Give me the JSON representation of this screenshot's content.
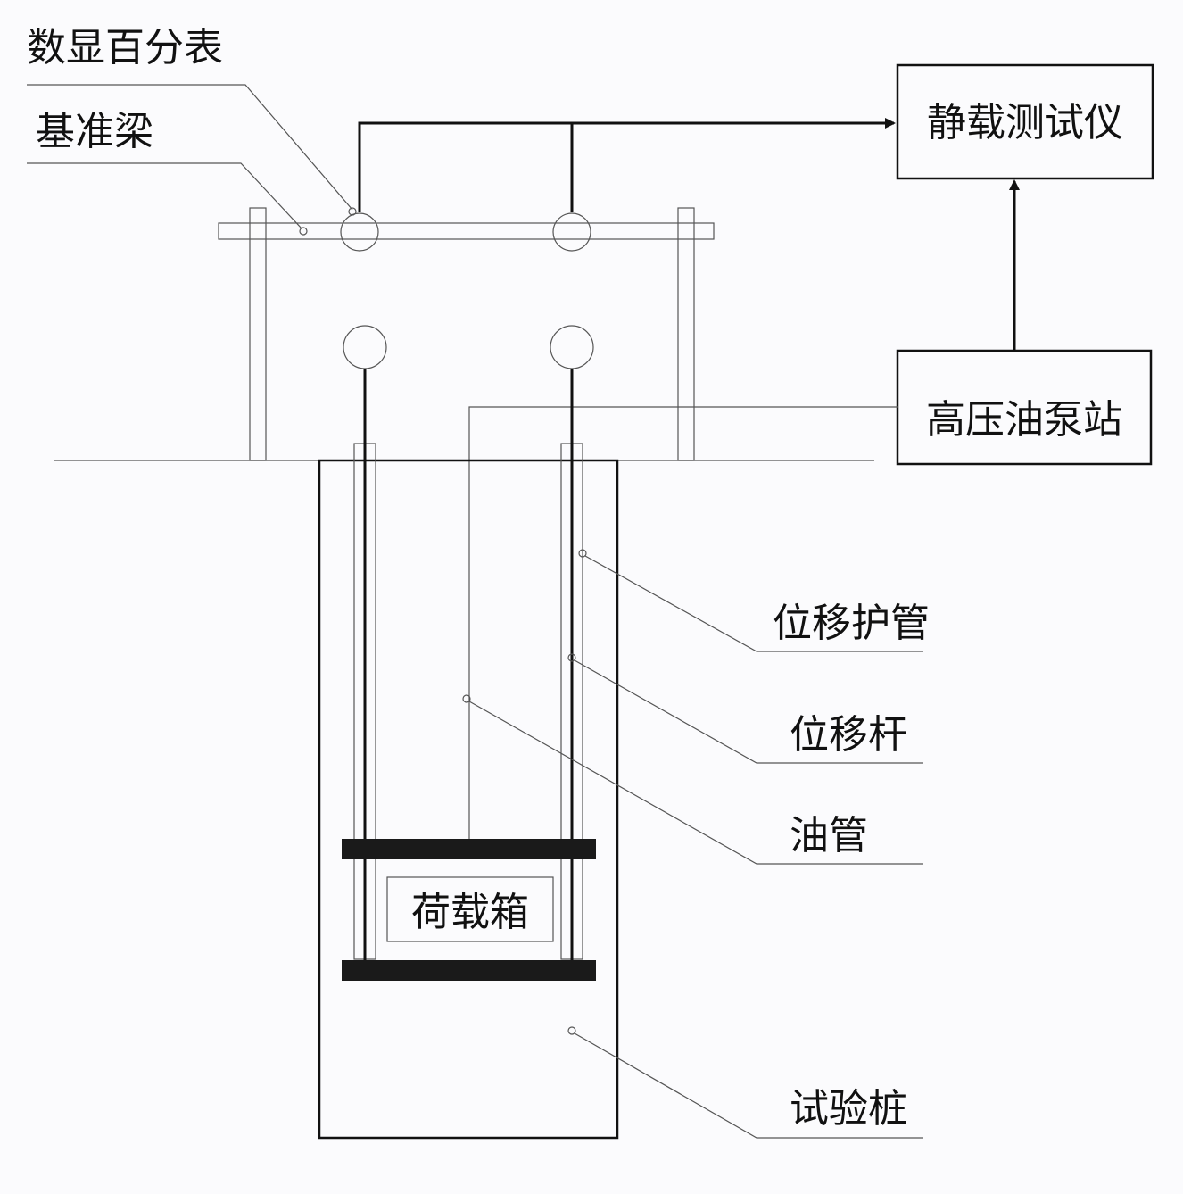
{
  "labels": {
    "dial_gauge": "数显百分表",
    "reference_beam": "基准梁",
    "static_load_tester": "静载测试仪",
    "hydraulic_pump": "高压油泵站",
    "displacement_sleeve": "位移护管",
    "displacement_rod": "位移杆",
    "oil_pipe": "油管",
    "load_box": "荷载箱",
    "test_pile": "试验桩"
  }
}
